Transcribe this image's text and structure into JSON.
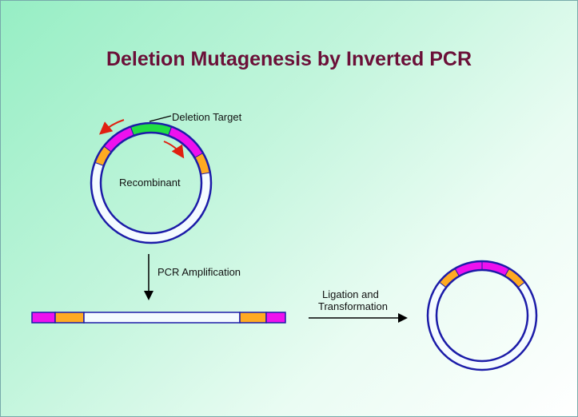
{
  "title": "Deletion Mutagenesis by Inverted PCR",
  "labels": {
    "deletion_target": "Deletion Target",
    "recombinant": "Recombinant",
    "pcr": "PCR Amplification",
    "ligation_line1": "Ligation and",
    "ligation_line2": "Transformation"
  },
  "colors": {
    "ring": "#1c1ca8",
    "deletion": "#22dd44",
    "primer_region": "#ee11ee",
    "flank": "#ffaa22",
    "arrow_primer": "#e02010",
    "title": "#6b1038"
  }
}
